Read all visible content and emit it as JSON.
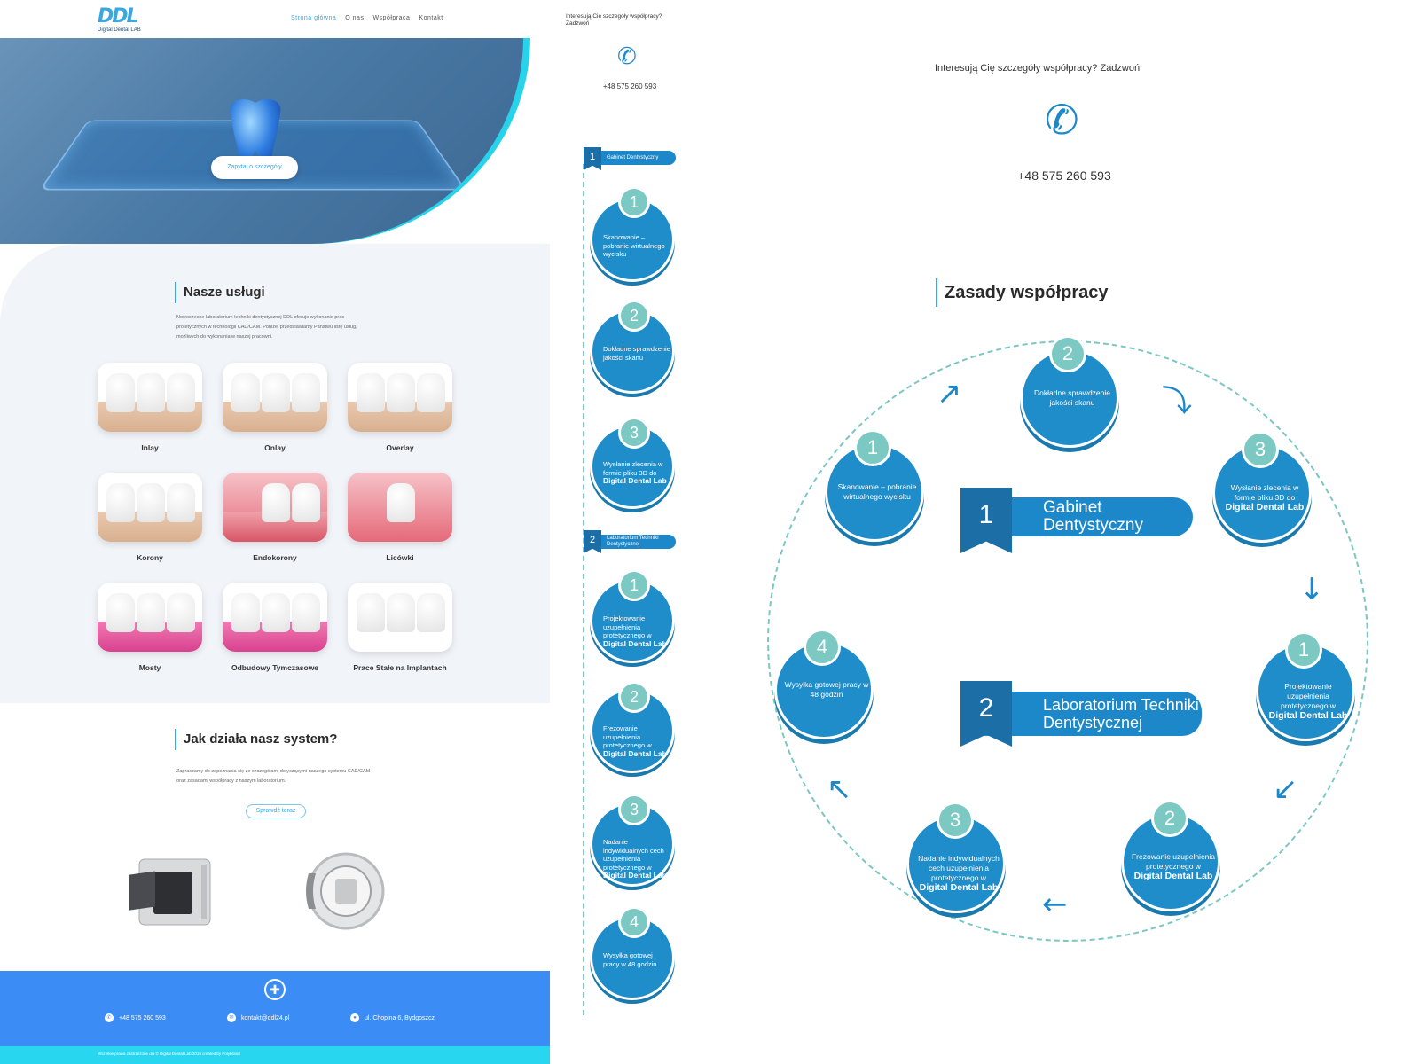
{
  "brand": {
    "logo_mark": "DDL",
    "logo_text": "Digital Dental LAB"
  },
  "nav": {
    "items": [
      "Strona główna",
      "O nas",
      "Współpraca",
      "Kontakt"
    ],
    "active": "Strona główna"
  },
  "hero": {
    "button": "Zapytaj o szczegóły"
  },
  "services": {
    "title": "Nasze usługi",
    "description": "Nowoczesne laboratorium techniki dentystycznej DDL oferuje wykonanie prac protetycznych w technologii CAD/CAM. Poniżej przedstawiamy Państwu listę usług, możliwych do wykonania w naszej pracowni.",
    "items": [
      "Inlay",
      "Onlay",
      "Overlay",
      "Korony",
      "Endokorony",
      "Licówki",
      "Mosty",
      "Odbudowy Tymczasowe",
      "Prace Stałe na Implantach"
    ]
  },
  "how": {
    "title": "Jak działa nasz system?",
    "description": "Zapraszamy do zapoznania się ze szczegółami dotyczącymi naszego systemu CAD/CAM oraz zasadami współpracy z naszym laboratorium.",
    "button": "Sprawdź teraz"
  },
  "footer": {
    "phone": "+48 575 260 593",
    "email": "kontakt@ddl24.pl",
    "address": "ul. Chopina 6, Bydgoszcz",
    "copyright": "Wszelkie prawa zastrzeżone dla © Digital Dental Lab 2019 created by Polybrand"
  },
  "cta": {
    "question": "Interesują Cię szczegóły współpracy? Zadzwoń",
    "phone": "+48 575 260 593"
  },
  "process": {
    "title": "Zasady współpracy",
    "group1": {
      "number": "1",
      "label": "Gabinet Dentystyczny",
      "steps": [
        {
          "n": "1",
          "text": "Skanowanie – pobranie wirtualnego wycisku",
          "bold": ""
        },
        {
          "n": "2",
          "text": "Dokładne sprawdzenie jakości skanu",
          "bold": ""
        },
        {
          "n": "3",
          "text": "Wysłanie zlecenia w formie pliku 3D do",
          "bold": "Digital Dental Lab"
        }
      ]
    },
    "group2": {
      "number": "2",
      "label": "Laboratorium Techniki Dentystycznej",
      "steps": [
        {
          "n": "1",
          "text": "Projektowanie uzupełnienia protetycznego w",
          "bold": "Digital Dental Lab"
        },
        {
          "n": "2",
          "text": "Frezowanie uzupełnienia protetycznego w",
          "bold": "Digital Dental Lab"
        },
        {
          "n": "3",
          "text": "Nadanie indywidualnych cech uzupełnienia protetycznego w",
          "bold": "Digital Dental Lab"
        },
        {
          "n": "4",
          "text": "Wysyłka gotowej pracy w 48 godzin",
          "bold": ""
        }
      ]
    }
  },
  "icons": {
    "phone": "phone-icon",
    "email": "email-icon",
    "location": "location-icon",
    "plus": "plus-icon"
  },
  "colors": {
    "primary": "#1f8dc9",
    "accent": "#3aa7e0",
    "teal": "#7cc9c4",
    "footer": "#3c8cf5",
    "cyan": "#28d6f0"
  }
}
